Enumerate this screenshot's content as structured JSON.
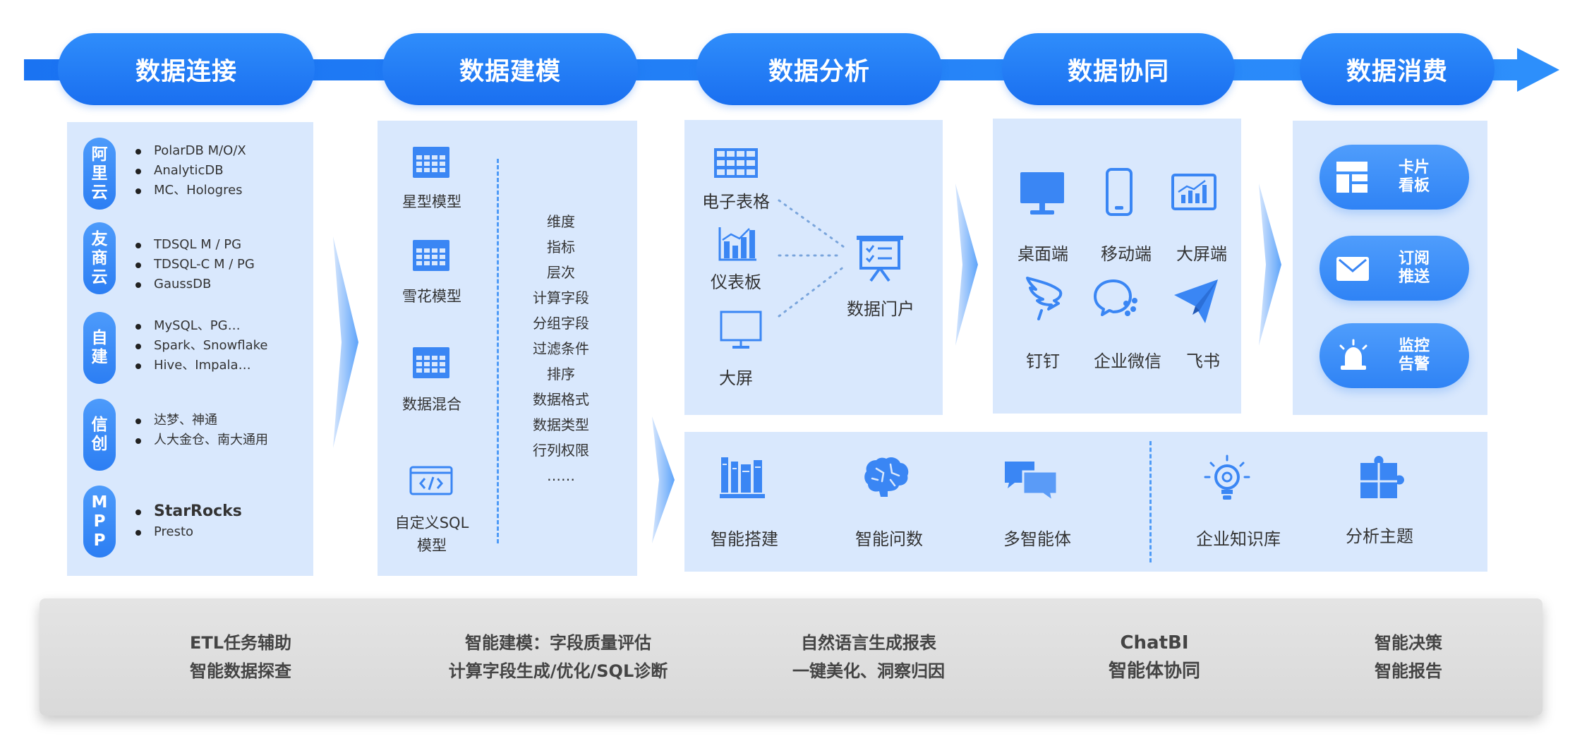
{
  "stages": [
    "数据连接",
    "数据建模",
    "数据分析",
    "数据协同",
    "数据消费"
  ],
  "connect": {
    "groups": [
      {
        "label": [
          "阿",
          "里",
          "云"
        ],
        "items": [
          "PolarDB M/O/X",
          "AnalyticDB",
          "MC、Hologres"
        ]
      },
      {
        "label": [
          "友",
          "商",
          "云"
        ],
        "items": [
          "TDSQL M / PG",
          "TDSQL-C M / PG",
          "GaussDB"
        ]
      },
      {
        "label": [
          "自",
          "建"
        ],
        "items": [
          "MySQL、PG…",
          "Spark、Snowflake",
          "Hive、Impala…"
        ]
      },
      {
        "label": [
          "信",
          "创"
        ],
        "items": [
          "达梦、神通",
          "人大金仓、南大通用"
        ]
      },
      {
        "label": [
          "M",
          "P",
          "P"
        ],
        "items": [
          "StarRocks",
          "Presto"
        ]
      }
    ]
  },
  "model": {
    "models": [
      "星型模型",
      "雪花模型",
      "数据混合",
      "自定义SQL",
      "模型"
    ],
    "fields": [
      "维度",
      "指标",
      "层次",
      "计算字段",
      "分组字段",
      "过滤条件",
      "排序",
      "数据格式",
      "数据类型",
      "行列权限",
      "……"
    ]
  },
  "analysis": {
    "items": [
      "电子表格",
      "仪表板",
      "大屏"
    ],
    "portal": "数据门户"
  },
  "collab": {
    "items": [
      "桌面端",
      "移动端",
      "大屏端",
      "钉钉",
      "企业微信",
      "飞书"
    ]
  },
  "consume": {
    "buttons": [
      {
        "line1": "卡片",
        "line2": "看板"
      },
      {
        "line1": "订阅",
        "line2": "推送"
      },
      {
        "line1": "监控",
        "line2": "告警"
      }
    ]
  },
  "ai": {
    "items": [
      "智能搭建",
      "智能问数",
      "多智能体",
      "企业知识库",
      "分析主题"
    ]
  },
  "bottom": {
    "cols": [
      [
        "ETL任务辅助",
        "智能数据探查"
      ],
      [
        "智能建模：字段质量评估",
        "计算字段生成/优化/SQL诊断"
      ],
      [
        "自然语言生成报表",
        "一键美化、洞察归因"
      ],
      [
        "ChatBI",
        "智能体协同"
      ],
      [
        "智能决策",
        "智能报告"
      ]
    ]
  },
  "colors": {
    "accent": "#1a6ff0",
    "panel": "#d9e8fd",
    "icon": "#3a86f4",
    "bottom": "#dddddd"
  }
}
